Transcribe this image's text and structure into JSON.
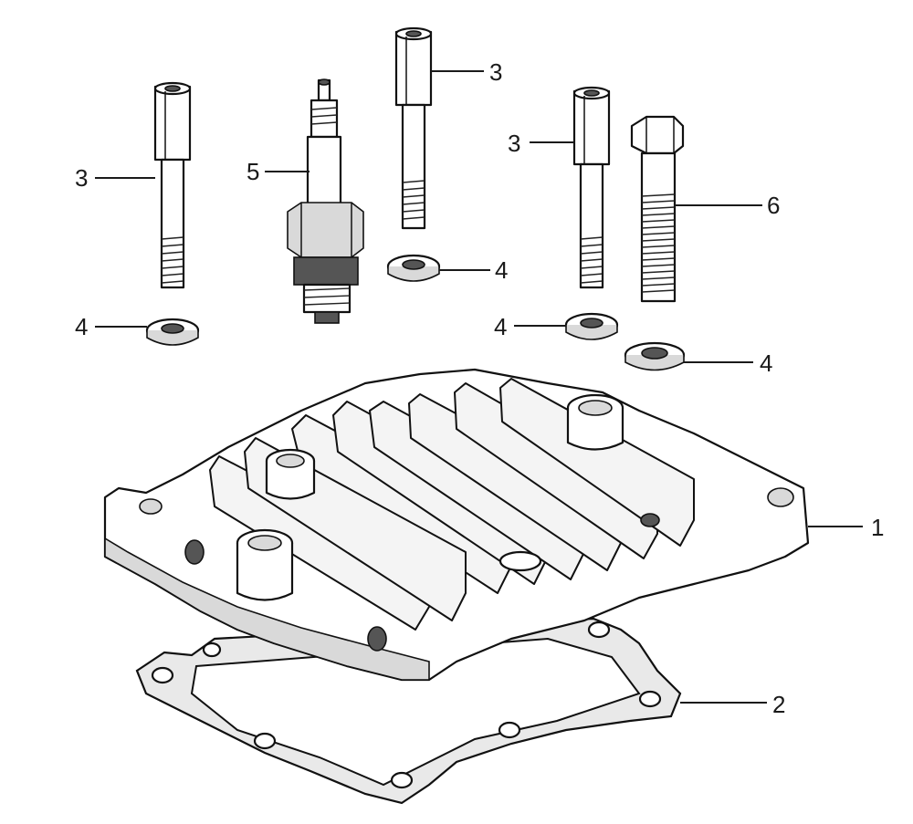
{
  "diagram": {
    "callouts": {
      "cylinder_head": "1",
      "gasket": "2",
      "stud_left": "3",
      "stud_center": "3",
      "stud_right": "3",
      "washer_left": "4",
      "washer_center": "4",
      "washer_right_a": "4",
      "washer_right_b": "4",
      "spark_plug": "5",
      "bolt": "6"
    }
  }
}
